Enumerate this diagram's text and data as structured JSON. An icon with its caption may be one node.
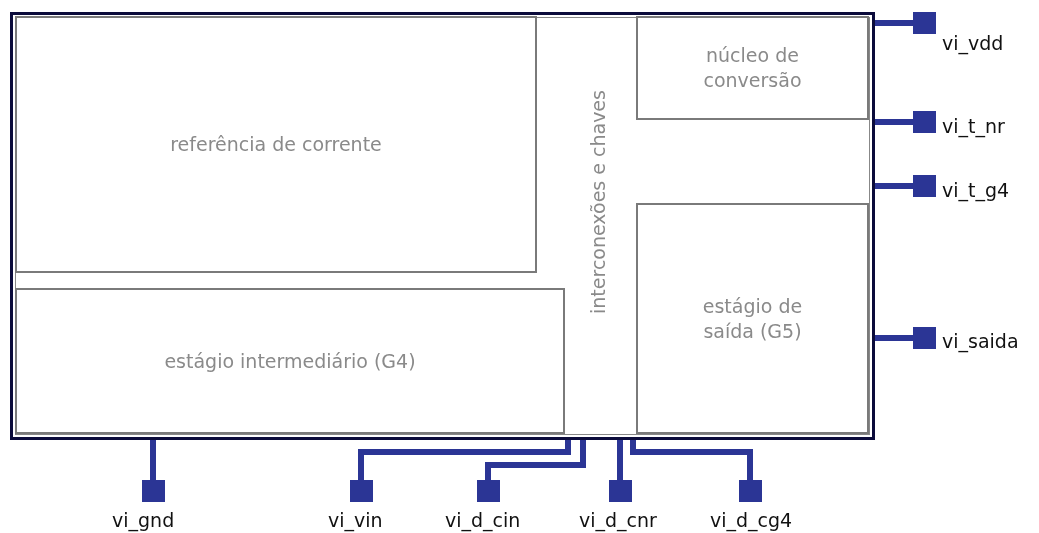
{
  "diagram": {
    "nodes": [
      {
        "text": [],
        "shape": "box"
      },
      {
        "text": [
          "referência de corrente"
        ],
        "in": 0
      },
      {
        "text": [
          "núcleo de conversão"
        ],
        "in": 0
      },
      {
        "text": [
          "estágio de saída (G5)"
        ],
        "in": 0
      },
      {
        "text": [
          "estágio intermediário (G4)"
        ],
        "in": 0
      },
      {
        "text": [],
        "shape": "box",
        "beside": [
          "vi_vdd"
        ]
      },
      {
        "text": [],
        "shape": "box",
        "beside": [
          "vi_t_nr"
        ]
      },
      {
        "text": [],
        "shape": "box",
        "beside": [
          "vi_t_g4"
        ]
      },
      {
        "text": [],
        "shape": "box",
        "beside": [
          "vi_saida"
        ]
      },
      {
        "text": [],
        "shape": "box",
        "beside": [
          "vi_gnd"
        ]
      },
      {
        "text": [],
        "shape": "box",
        "beside": [
          "vi_vin"
        ]
      },
      {
        "text": [],
        "shape": "box",
        "beside": [
          "vi_d_cin"
        ]
      },
      {
        "text": [],
        "shape": "box",
        "beside": [
          "vi_d_cnr"
        ]
      },
      {
        "text": [],
        "shape": "box",
        "beside": [
          "vi_d_cg4"
        ]
      }
    ],
    "edges": [
      {
        "from": 0,
        "to": 5,
        "arrow": "none"
      },
      {
        "from": 0,
        "to": 6,
        "arrow": "none"
      },
      {
        "from": 0,
        "to": 7,
        "arrow": "none"
      },
      {
        "from": 0,
        "to": 8,
        "arrow": "none"
      },
      {
        "from": 0,
        "to": 9,
        "arrow": "none"
      },
      {
        "from": 0,
        "to": 10,
        "arrow": "none"
      },
      {
        "from": 0,
        "to": 11,
        "arrow": "none"
      },
      {
        "from": 0,
        "to": 12,
        "arrow": "none"
      },
      {
        "from": 0,
        "to": 13,
        "arrow": "none"
      }
    ],
    "labels": [
      "interconexões e chaves"
    ]
  }
}
